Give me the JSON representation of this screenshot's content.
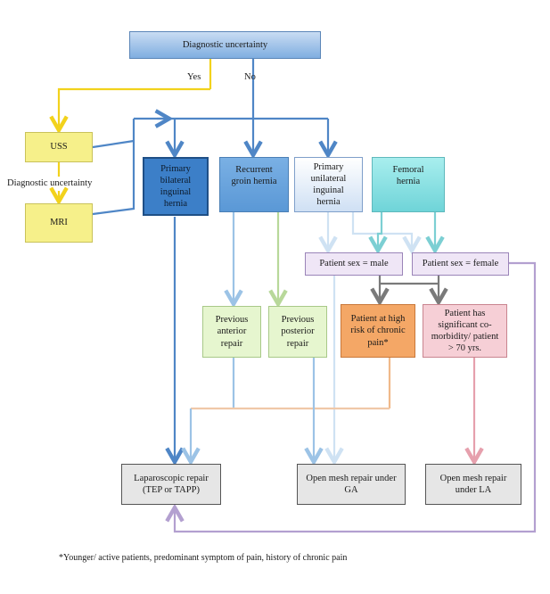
{
  "flowchart": {
    "diagnostic_uncertainty_top": "Diagnostic uncertainty",
    "yes_label": "Yes",
    "no_label": "No",
    "uss": "USS",
    "diagnostic_uncertainty_side": "Diagnostic uncertainty",
    "mri": "MRI",
    "primary_bilateral": "Primary\nbilateral\ninguinal\nhernia",
    "recurrent_groin": "Recurrent\ngroin hernia",
    "primary_unilateral": "Primary\nunilateral\ninguinal\nhernia",
    "femoral": "Femoral\nhernia",
    "patient_male": "Patient sex = male",
    "patient_female": "Patient sex = female",
    "previous_anterior": "Previous\nanterior\nrepair",
    "previous_posterior": "Previous\nposterior\nrepair",
    "high_risk": "Patient at high\nrisk of chronic\npain*",
    "comorbidity": "Patient has\nsignificant co-\nmorbidity/ patient\n> 70 yrs.",
    "laparoscopic": "Laparoscopic repair\n(TEP or TAPP)",
    "open_ga": "Open mesh repair under\nGA",
    "open_la": "Open mesh repair\nunder LA"
  },
  "footnote": "*Younger/ active patients, predominant symptom of pain, history of chronic pain",
  "colors": {
    "yellow_arrow": "#f2d21c",
    "blue_arrow": "#4f86c6",
    "light_blue_arrow": "#9cc3e6",
    "pale_blue_arrow": "#cfe2f3",
    "cyan_arrow": "#7ccfd3",
    "grey_arrow": "#7a7a7a",
    "green_arrow": "#b8d89a",
    "orange_arrow": "#f0b98a",
    "pink_arrow": "#e6a0ad",
    "purple_arrow": "#b3a0d0"
  }
}
